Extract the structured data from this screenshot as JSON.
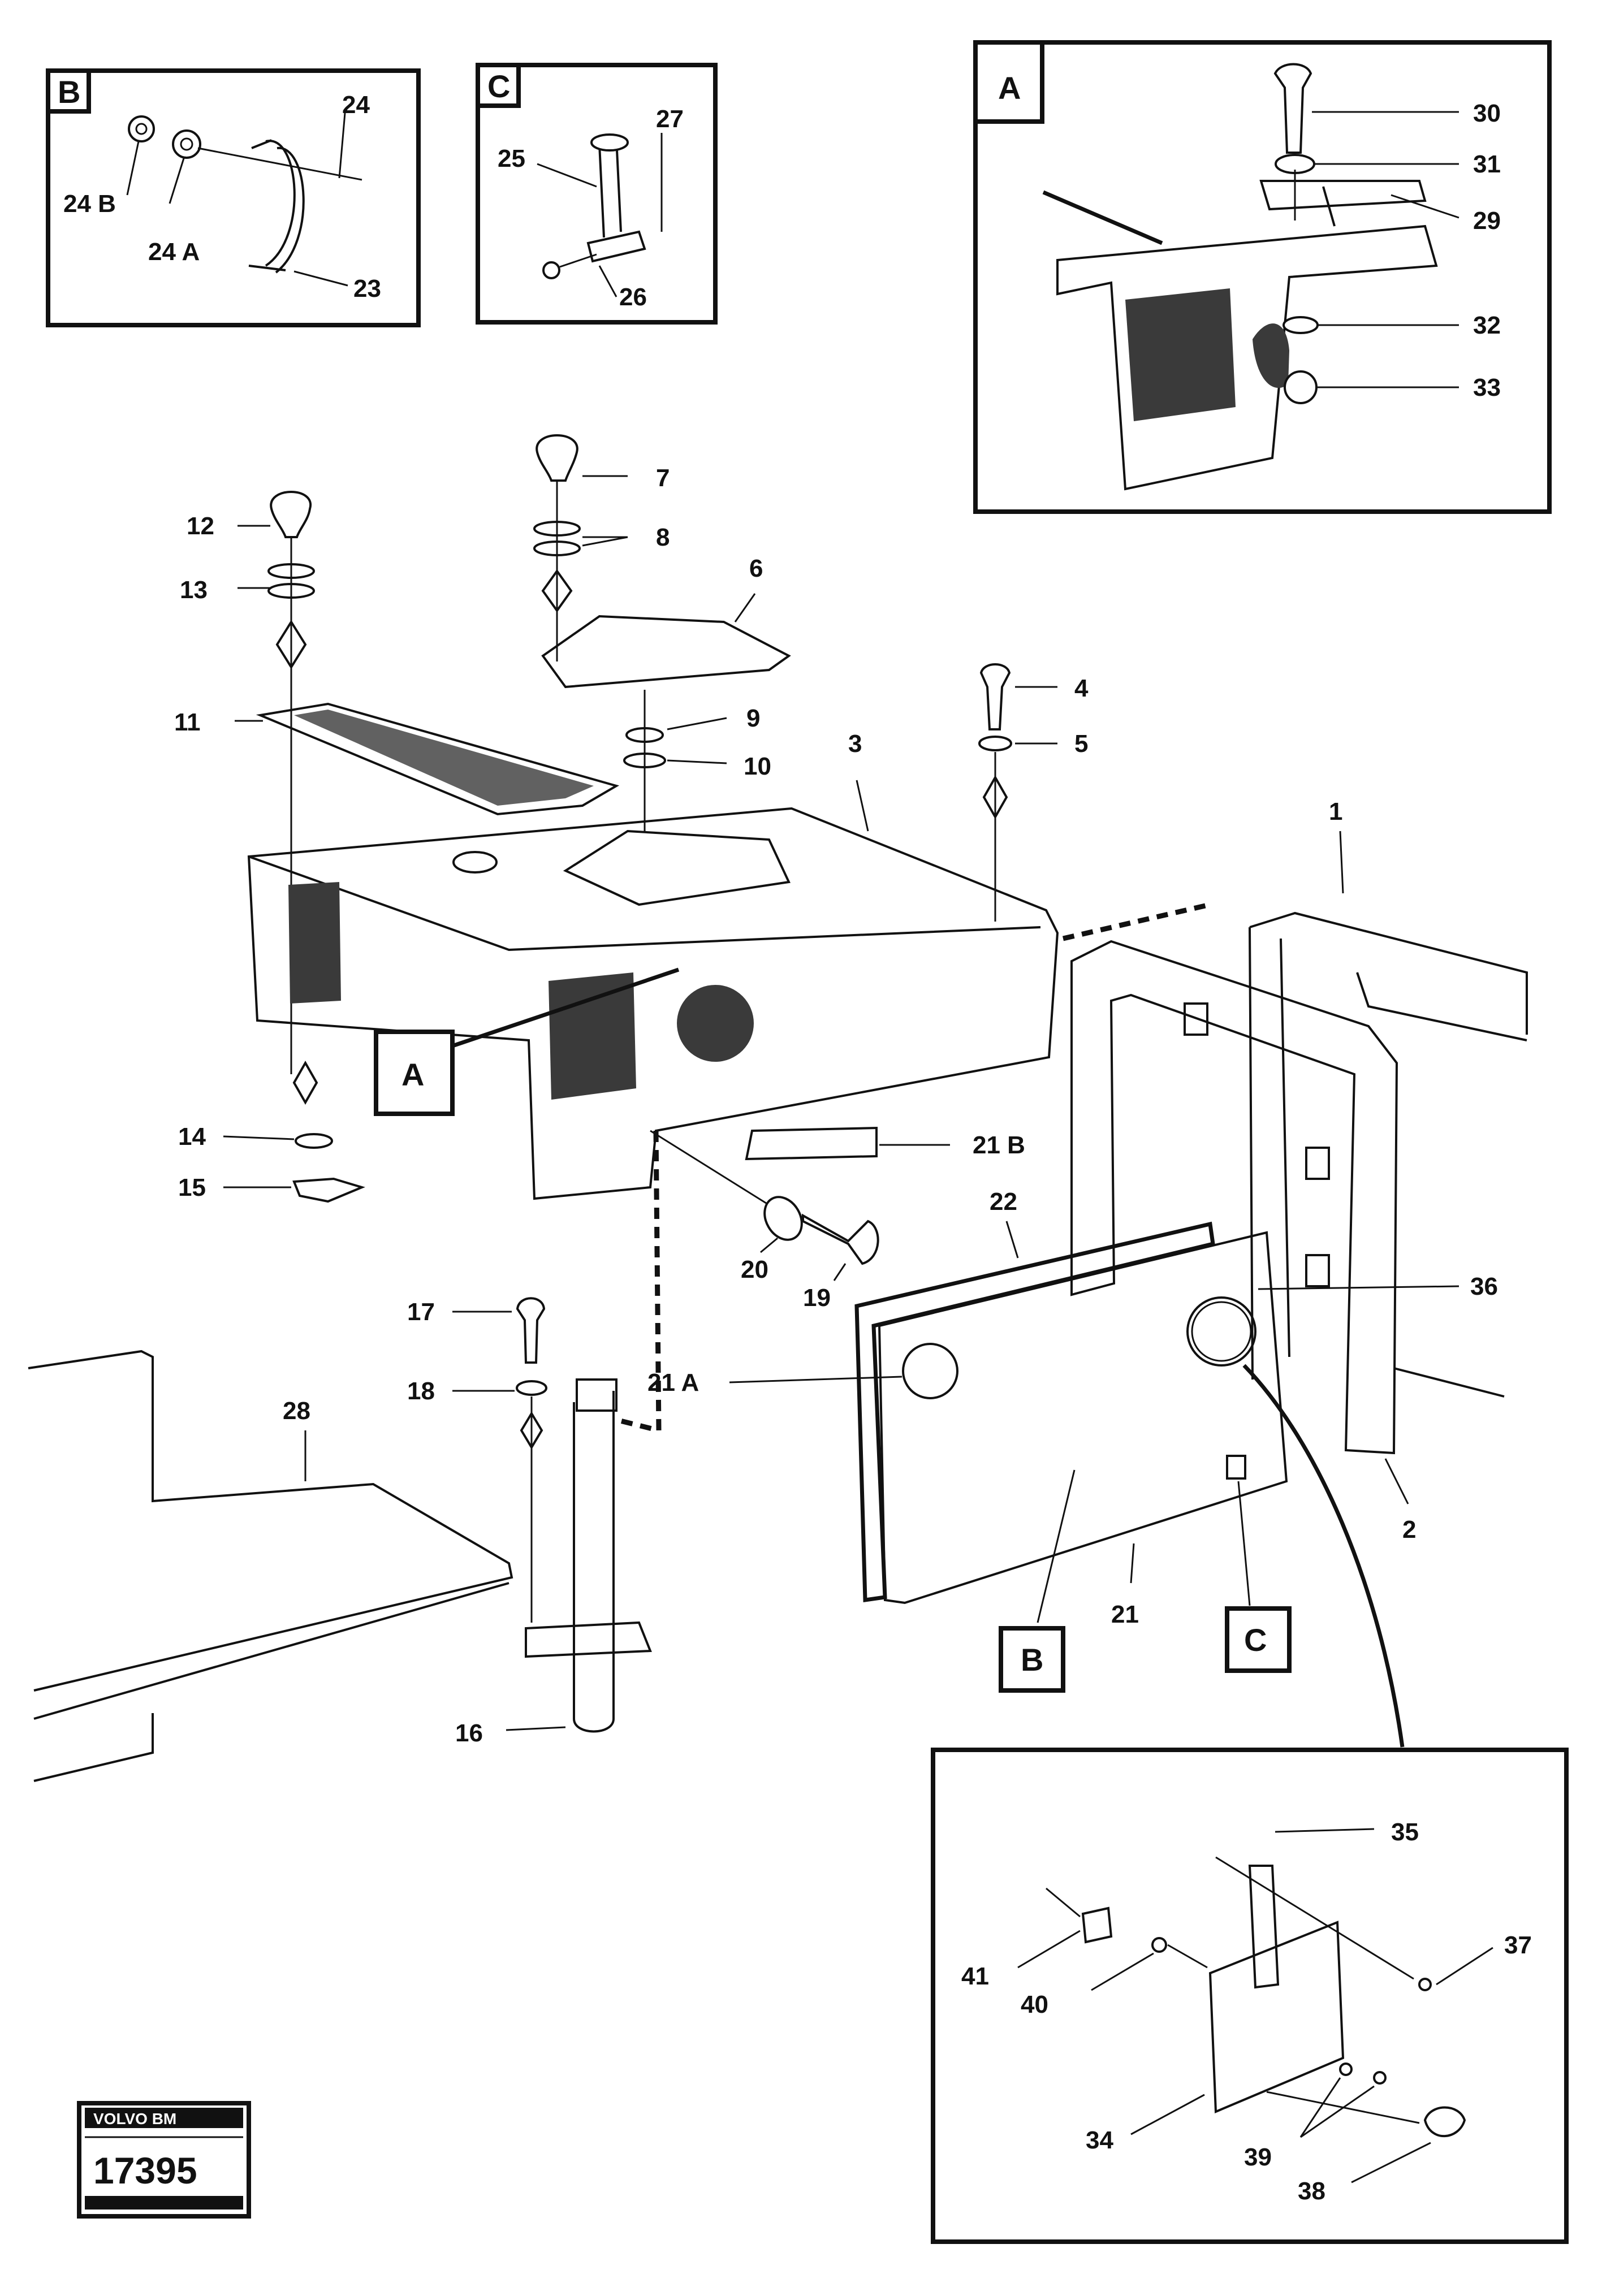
{
  "inset_letters": {
    "a": "A",
    "b": "B",
    "c": "C"
  },
  "labels": {
    "p1": "1",
    "p2": "2",
    "p3": "3",
    "p4": "4",
    "p5": "5",
    "p6": "6",
    "p7": "7",
    "p8": "8",
    "p9": "9",
    "p10": "10",
    "p11": "11",
    "p12": "12",
    "p13": "13",
    "p14": "14",
    "p15": "15",
    "p16": "16",
    "p17": "17",
    "p18": "18",
    "p19": "19",
    "p20": "20",
    "p21": "21",
    "p21a": "21 A",
    "p21b": "21 B",
    "p22": "22",
    "p23": "23",
    "p24": "24",
    "p24a": "24  A",
    "p24b": "24 B",
    "p25": "25",
    "p26": "26",
    "p27": "27",
    "p28": "28",
    "p29": "29",
    "p30": "30",
    "p31": "31",
    "p32": "32",
    "p33": "33",
    "p34": "34",
    "p35": "35",
    "p36": "36",
    "p37": "37",
    "p38": "38",
    "p39": "39",
    "p40": "40",
    "p41": "41"
  },
  "stamp": {
    "brand": "VOLVO BM",
    "number": "17395"
  }
}
